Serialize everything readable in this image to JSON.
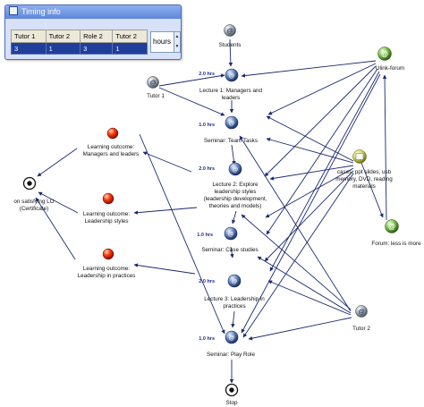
{
  "timing_info": {
    "title": "Timing info",
    "columns": [
      "Tutor 1",
      "Tutor 2",
      "Role 2",
      "Tutor 2"
    ],
    "values": [
      "3",
      "1",
      "3",
      "1"
    ],
    "unit": "hours"
  },
  "nodes": {
    "students": "Students",
    "tutor_1": "Tutor 1",
    "tutor_2": "Tutor 2",
    "ulink_forum": "Ulink-forum",
    "materials": [
      "cases, ppt slides, usb",
      "memory, DVD, reading",
      "materials"
    ],
    "forum_less": "Forum: less is more",
    "lecture_1": [
      "Lecture 1: Managers and",
      "leaders"
    ],
    "seminar_team": "Seminar: Team Tasks",
    "lecture_2": [
      "Lecture 2: Explore",
      "leadership styles",
      "(leadership development,",
      "theories and models)"
    ],
    "seminar_case": "Seminar: Case studies",
    "lecture_3": [
      "Lecture 3: Leadership in",
      "practices"
    ],
    "seminar_play": "Seminar: Play Role",
    "stop": "Stop",
    "outcome_1": [
      "Learning outcome:",
      "Managers and leaders"
    ],
    "outcome_2": [
      "Learning outcome:",
      "Leadership styles"
    ],
    "outcome_3": [
      "Learning outcome:",
      "Leadership in practices"
    ],
    "certificate": [
      "on satisfying LO",
      "(Certificate)"
    ]
  },
  "durations": {
    "lecture_1": "2.0 hrs",
    "seminar_team": "1.0 hrs",
    "lecture_2": "2.0 hrs",
    "seminar_case": "1.0 hrs",
    "lecture_3": "2.0 hrs",
    "seminar_play": "1.0 hrs"
  },
  "icons": {
    "role": "person-role-icon",
    "activity": "activity-icon",
    "tool": "forum-icon",
    "resource": "resource-icon",
    "outcome": "outcome-ball-icon",
    "end": "stop-target-icon"
  }
}
